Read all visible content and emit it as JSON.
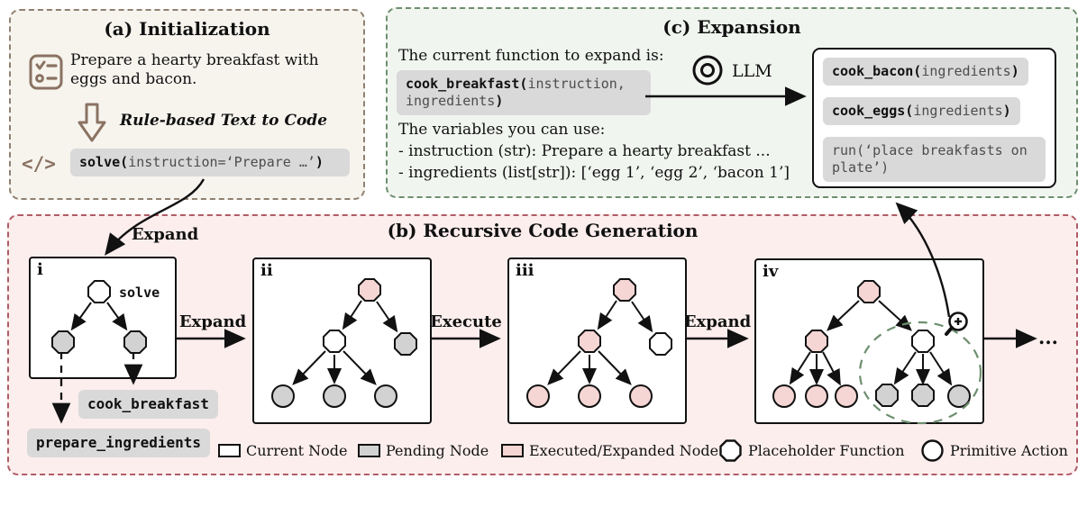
{
  "colors": {
    "panel_a_bg": "#f7f4ee",
    "panel_a_border": "#8f8070",
    "panel_b_bg": "#fceeed",
    "panel_b_border": "#b05c66",
    "panel_c_bg": "#f1f5f0",
    "panel_c_border": "#6d8f6f",
    "chip_bg": "#d9d9d9",
    "node_gray": "#d2d2d2",
    "node_pink": "#f5d6d4",
    "ink": "#111111",
    "code_dim": "#4d4d4d",
    "brown_icon": "#8a7262"
  },
  "panel_a": {
    "title": "(a) Initialization",
    "task_text": "Prepare a hearty breakfast with eggs and bacon.",
    "rule_label": "Rule-based Text to Code",
    "code_icon_glyph": "</>",
    "code_chip": {
      "prefix": "solve(",
      "middle": "instruction=‘Prepare …’",
      "suffix": ")"
    }
  },
  "panel_c": {
    "title": "(c) Expansion",
    "prompt_intro": "The current function to expand is:",
    "current_fn_chip": {
      "prefix": "cook_breakfast(",
      "middle": "instruction, ingredients",
      "suffix": ")"
    },
    "llm_label": "LLM",
    "vars_intro": "The variables you can use:",
    "var_lines": [
      "- instruction (str): Prepare a hearty breakfast ...",
      "- ingredients (list[str]): [‘egg 1’, ‘egg 2’, ‘bacon 1’]"
    ],
    "output_chips": [
      {
        "prefix": "cook_bacon(",
        "middle": "ingredients",
        "suffix": ")"
      },
      {
        "prefix": "cook_eggs(",
        "middle": "ingredients",
        "suffix": ")"
      },
      {
        "prefix": "",
        "middle": "run(‘place breakfasts on plate’)",
        "suffix": ""
      }
    ]
  },
  "panel_b": {
    "title": "(b) Recursive Code Generation",
    "expand_from_a_label": "Expand",
    "steps": [
      "i",
      "ii",
      "iii",
      "iv"
    ],
    "arrow_i_ii_label": "Expand",
    "arrow_ii_iii_label": "Execute",
    "arrow_iii_iv_label": "Expand",
    "ellipsis": "...",
    "solve_node_label": "solve",
    "chip_cook_breakfast": "cook_breakfast",
    "chip_prepare_ingredients": "prepare_ingredients",
    "legend": [
      {
        "label": "Current Node"
      },
      {
        "label": "Pending Node"
      },
      {
        "label": "Executed/Expanded Node"
      },
      {
        "label": "Placeholder Function"
      },
      {
        "label": "Primitive Action"
      }
    ]
  }
}
